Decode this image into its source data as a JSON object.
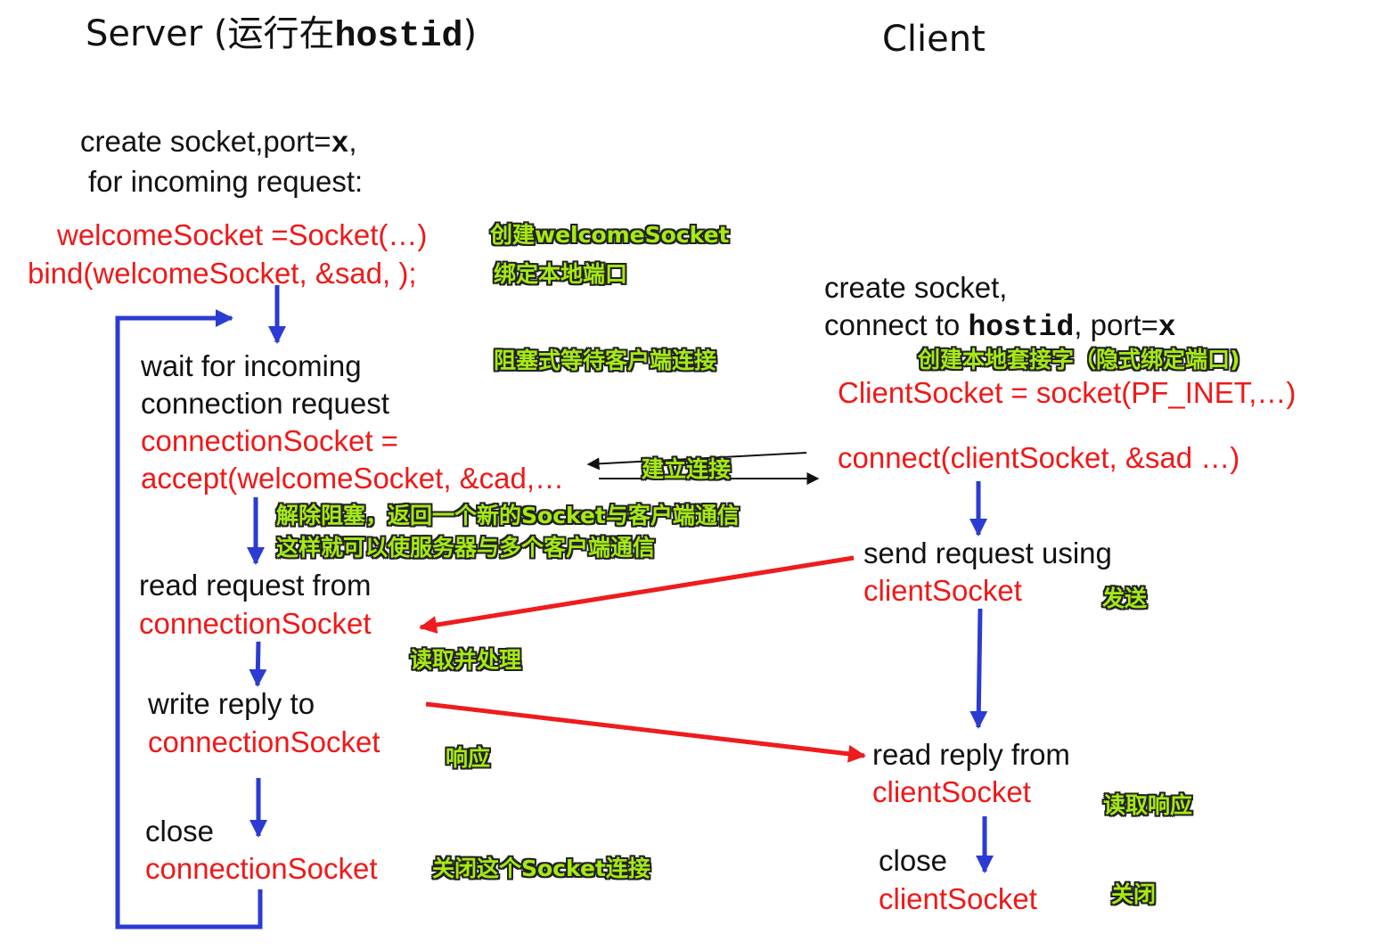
{
  "colors": {
    "code": "#f01818",
    "annotation": "#a6ea12",
    "flow_arrow": "#2b3bd3",
    "data_arrow": "#ee1c1c"
  },
  "server": {
    "header_prefix": "Server (运行在",
    "header_host": "hostid",
    "header_suffix": ")",
    "create_line1_prefix": "create socket,port=",
    "create_line1_var": "x",
    "create_line1_suffix": ",",
    "create_line2": "for incoming request:",
    "welcome_code": "welcomeSocket =Socket(…)",
    "bind_code": "bind(welcomeSocket, &sad, );",
    "wait_line1": "wait for incoming",
    "wait_line2": "connection request",
    "conn_code1": "connectionSocket =",
    "conn_code2": "accept(welcomeSocket, &cad,…",
    "read_text": "read request from",
    "read_code": "connectionSocket",
    "write_text": "write reply to",
    "write_code": "connectionSocket",
    "close_text": "close",
    "close_code": "connectionSocket"
  },
  "client": {
    "header": "Client",
    "create_line1": "create socket,",
    "connect_prefix": "connect to ",
    "connect_host": "hostid",
    "connect_port": ", port=",
    "connect_var": "x",
    "socket_code": "ClientSocket = socket(PF_INET,…)",
    "connect_code": "connect(clientSocket, &sad …)",
    "send_text": "send request using",
    "send_code": "clientSocket",
    "read_text": "read reply from",
    "read_code": "clientSocket",
    "close_text": "close",
    "close_code": "clientSocket"
  },
  "annotations": {
    "create_welcome": "创建welcomeSocket",
    "bind_port": "绑定本地端口",
    "blocking_wait": "阻塞式等待客户端连接",
    "client_create": "创建本地套接字（隐式绑定端口)",
    "establish": "建立连接",
    "unblock1": "解除阻塞，返回一个新的Socket与客户端通信",
    "unblock2": "这样就可以使服务器与多个客户端通信",
    "send": "发送",
    "read_process": "读取并处理",
    "respond": "响应",
    "read_response": "读取响应",
    "close_socket": "关闭这个Socket连接",
    "close_client": "关闭"
  }
}
